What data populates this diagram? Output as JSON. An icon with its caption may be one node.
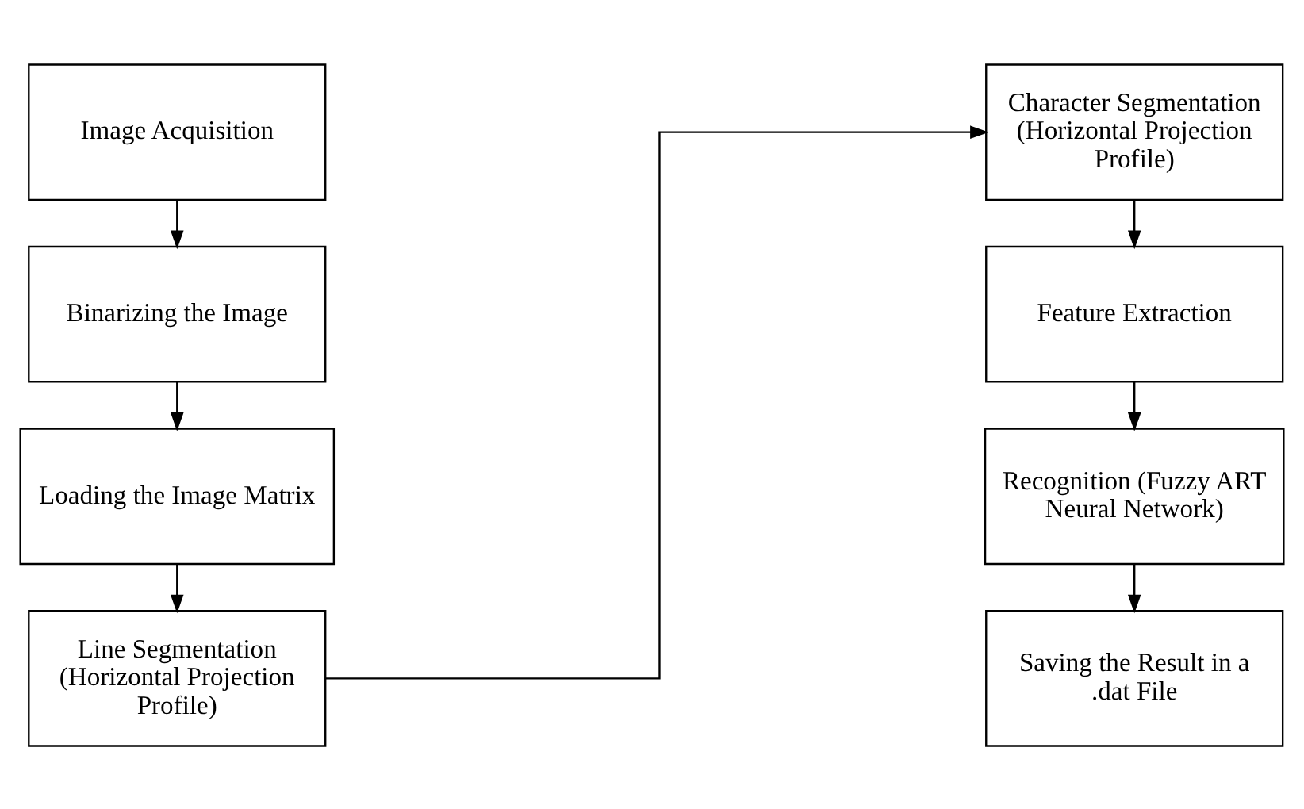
{
  "diagram": {
    "nodes": [
      {
        "text": [
          "Image Acquisition"
        ]
      },
      {
        "text": [
          "Binarizing the Image"
        ]
      },
      {
        "text": [
          "Loading the Image Matrix"
        ]
      },
      {
        "text": [
          "Line Segmentation (Horizontal Projection Profile)"
        ]
      },
      {
        "text": [
          "Character Segmentation (Horizontal Projection Profile)"
        ]
      },
      {
        "text": [
          "Feature Extraction"
        ]
      },
      {
        "text": [
          "Recognition (Fuzzy ART Neural Network)"
        ]
      },
      {
        "text": [
          "Saving the Result in a .dat File"
        ]
      }
    ],
    "edges": [
      {
        "from": 0,
        "to": 1,
        "arrow": "to"
      },
      {
        "from": 1,
        "to": 2,
        "arrow": "to"
      },
      {
        "from": 2,
        "to": 3,
        "arrow": "to"
      },
      {
        "from": 3,
        "to": 4,
        "arrow": "to"
      },
      {
        "from": 4,
        "to": 5,
        "arrow": "to"
      },
      {
        "from": 5,
        "to": 6,
        "arrow": "to"
      },
      {
        "from": 6,
        "to": 7,
        "arrow": "to"
      }
    ]
  }
}
